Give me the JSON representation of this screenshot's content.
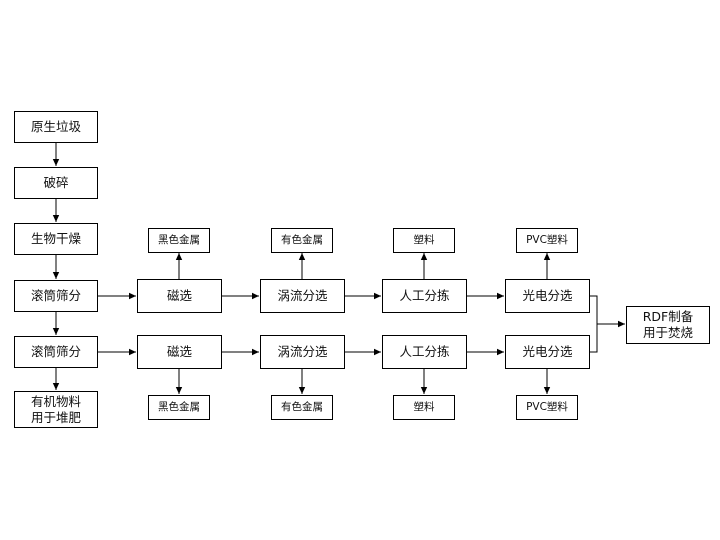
{
  "diagram": {
    "nodes": {
      "raw": "原生垃圾",
      "crush": "破碎",
      "bio_dry": "生物干燥",
      "trommel_1": "滚筒筛分",
      "trommel_2": "滚筒筛分",
      "organic_line1": "有机物料",
      "organic_line2": "用于堆肥",
      "mag_1": "磁选",
      "mag_2": "磁选",
      "ferrous_1": "黑色金属",
      "ferrous_2": "黑色金属",
      "eddy_1": "涡流分选",
      "eddy_2": "涡流分选",
      "nonferrous_1": "有色金属",
      "nonferrous_2": "有色金属",
      "manual_1": "人工分拣",
      "manual_2": "人工分拣",
      "plastic_1": "塑料",
      "plastic_2": "塑料",
      "optical_1": "光电分选",
      "optical_2": "光电分选",
      "pvc_1": "PVC塑料",
      "pvc_2": "PVC塑料",
      "rdf_line1": "RDF制备",
      "rdf_line2": "用于焚烧"
    },
    "colors": {
      "line": "#000000",
      "text": "#111111",
      "fill": "#ffffff"
    }
  }
}
